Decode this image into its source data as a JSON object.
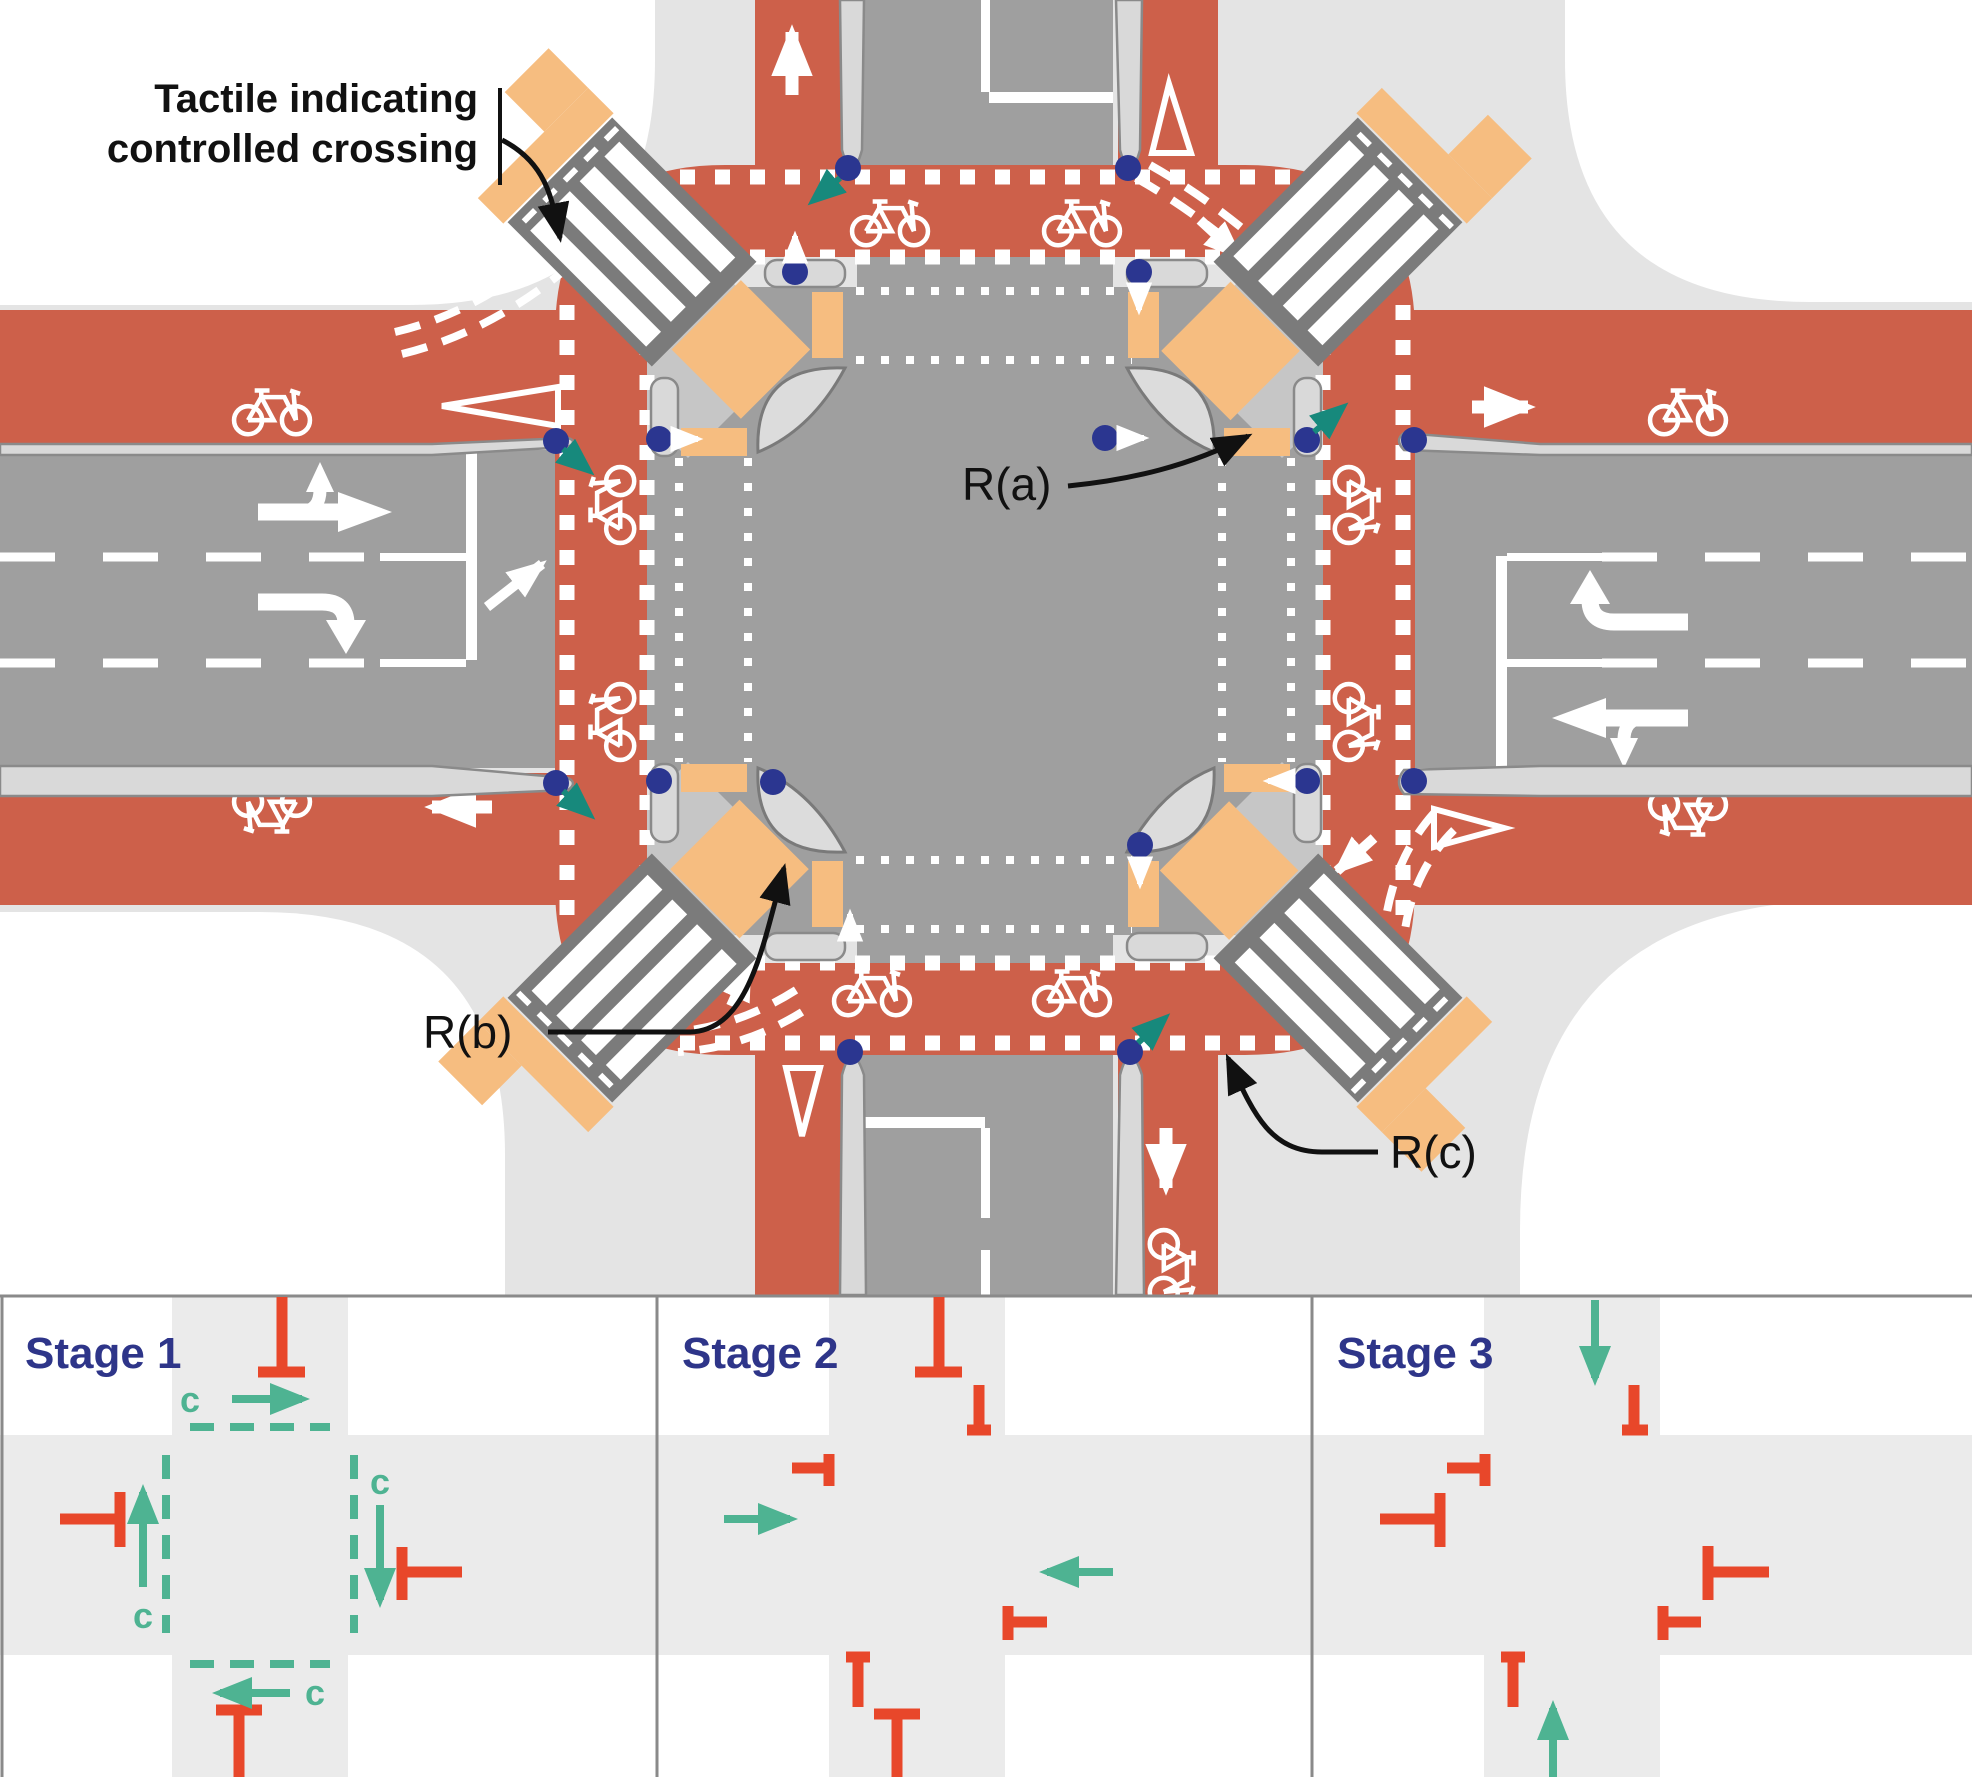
{
  "note": {
    "line1": "Tactile indicating",
    "line2": "controlled crossing"
  },
  "radius_labels": {
    "a": "R(a)",
    "b": "R(b)",
    "c": "R(c)"
  },
  "stages": [
    {
      "label": "Stage 1",
      "cycle_marker": "c",
      "description": "all-directions cycle stage: four green cycle movements around dashed perimeter, all vehicle approaches stopped"
    },
    {
      "label": "Stage 2",
      "description": "east-west vehicle movements run, all other approaches stopped"
    },
    {
      "label": "Stage 3",
      "description": "north-south vehicle movements run, all other approaches stopped"
    }
  ],
  "icons": [
    "bicycle-icon",
    "signal-pole-dot",
    "give-way-triangle-icon",
    "zebra-crossing",
    "tactile-paving",
    "corner-refuge-island"
  ],
  "colors": {
    "cycle_track_red": "#cd604a",
    "carriageway_grey": "#9f9f9f",
    "footpath_grey": "#e4e4e4",
    "corner_pocket_grey": "#c6c6c6",
    "island_grey": "#dcdcdc",
    "island_stroke": "#7a7a7a",
    "zebra_band_grey": "#7b7b7b",
    "tactile_orange": "#f6bd80",
    "signal_dot_navy": "#2b3690",
    "teal_arrow": "#17897c",
    "stage_green": "#4eb392",
    "stage_stop_red": "#e8472a",
    "stage_label_navy": "#2e3589",
    "panel_border_grey": "#8a8a8a",
    "stage_road_grey": "#ebebeb"
  }
}
